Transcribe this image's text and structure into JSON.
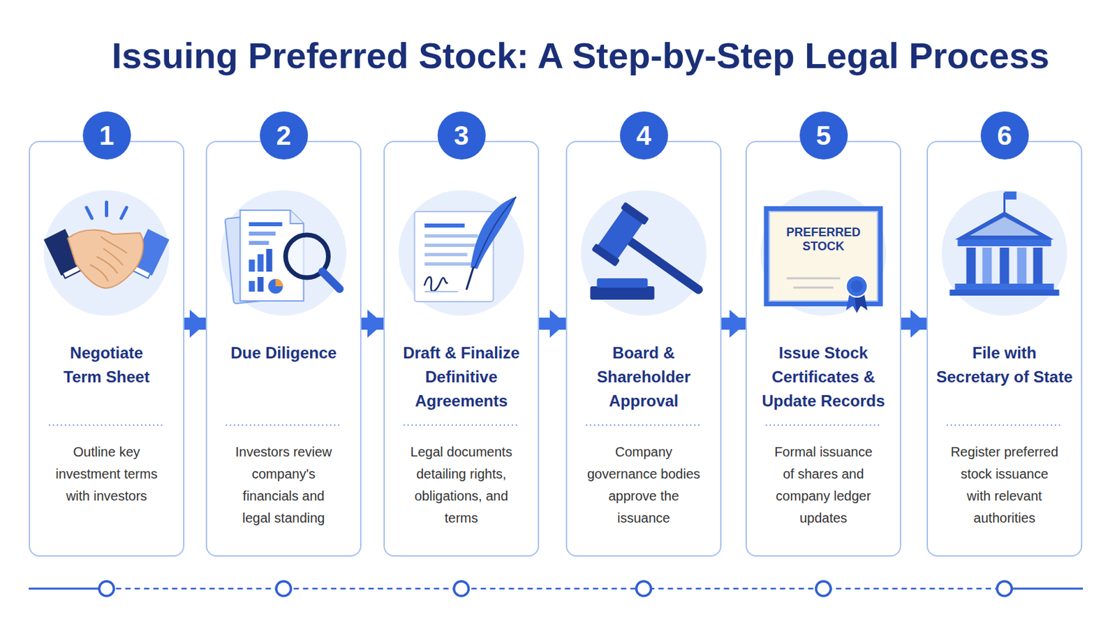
{
  "diagram": {
    "title": "Issuing Preferred Stock: A Step-by-Step Legal Process",
    "nodes": [
      {
        "text": [
          "1",
          "Negotiate Term Sheet",
          "Outline key investment terms with investors"
        ]
      },
      {
        "text": [
          "2",
          "Due Diligence",
          "Investors review company's financials and legal standing"
        ]
      },
      {
        "text": [
          "3",
          "Draft & Finalize Definitive Agreements",
          "Legal documents detailing rights, obligations, and terms"
        ]
      },
      {
        "text": [
          "4",
          "Board & Shareholder Approval",
          "Company governance bodies approve the issuance"
        ]
      },
      {
        "text": [
          "5",
          "Issue Stock Certificates & Update Records",
          "Formal issuance of shares and company ledger updates"
        ]
      },
      {
        "text": [
          "6",
          "File with Secretary of State",
          "Register preferred stock issuance with relevant authorities"
        ]
      }
    ],
    "edges": [
      {
        "from": 0,
        "to": 1,
        "arrow": "to"
      },
      {
        "from": 1,
        "to": 2,
        "arrow": "to"
      },
      {
        "from": 2,
        "to": 3,
        "arrow": "to"
      },
      {
        "from": 3,
        "to": 4,
        "arrow": "to"
      },
      {
        "from": 4,
        "to": 5,
        "arrow": "to"
      }
    ],
    "labels": [
      "PREFERRED STOCK"
    ]
  }
}
